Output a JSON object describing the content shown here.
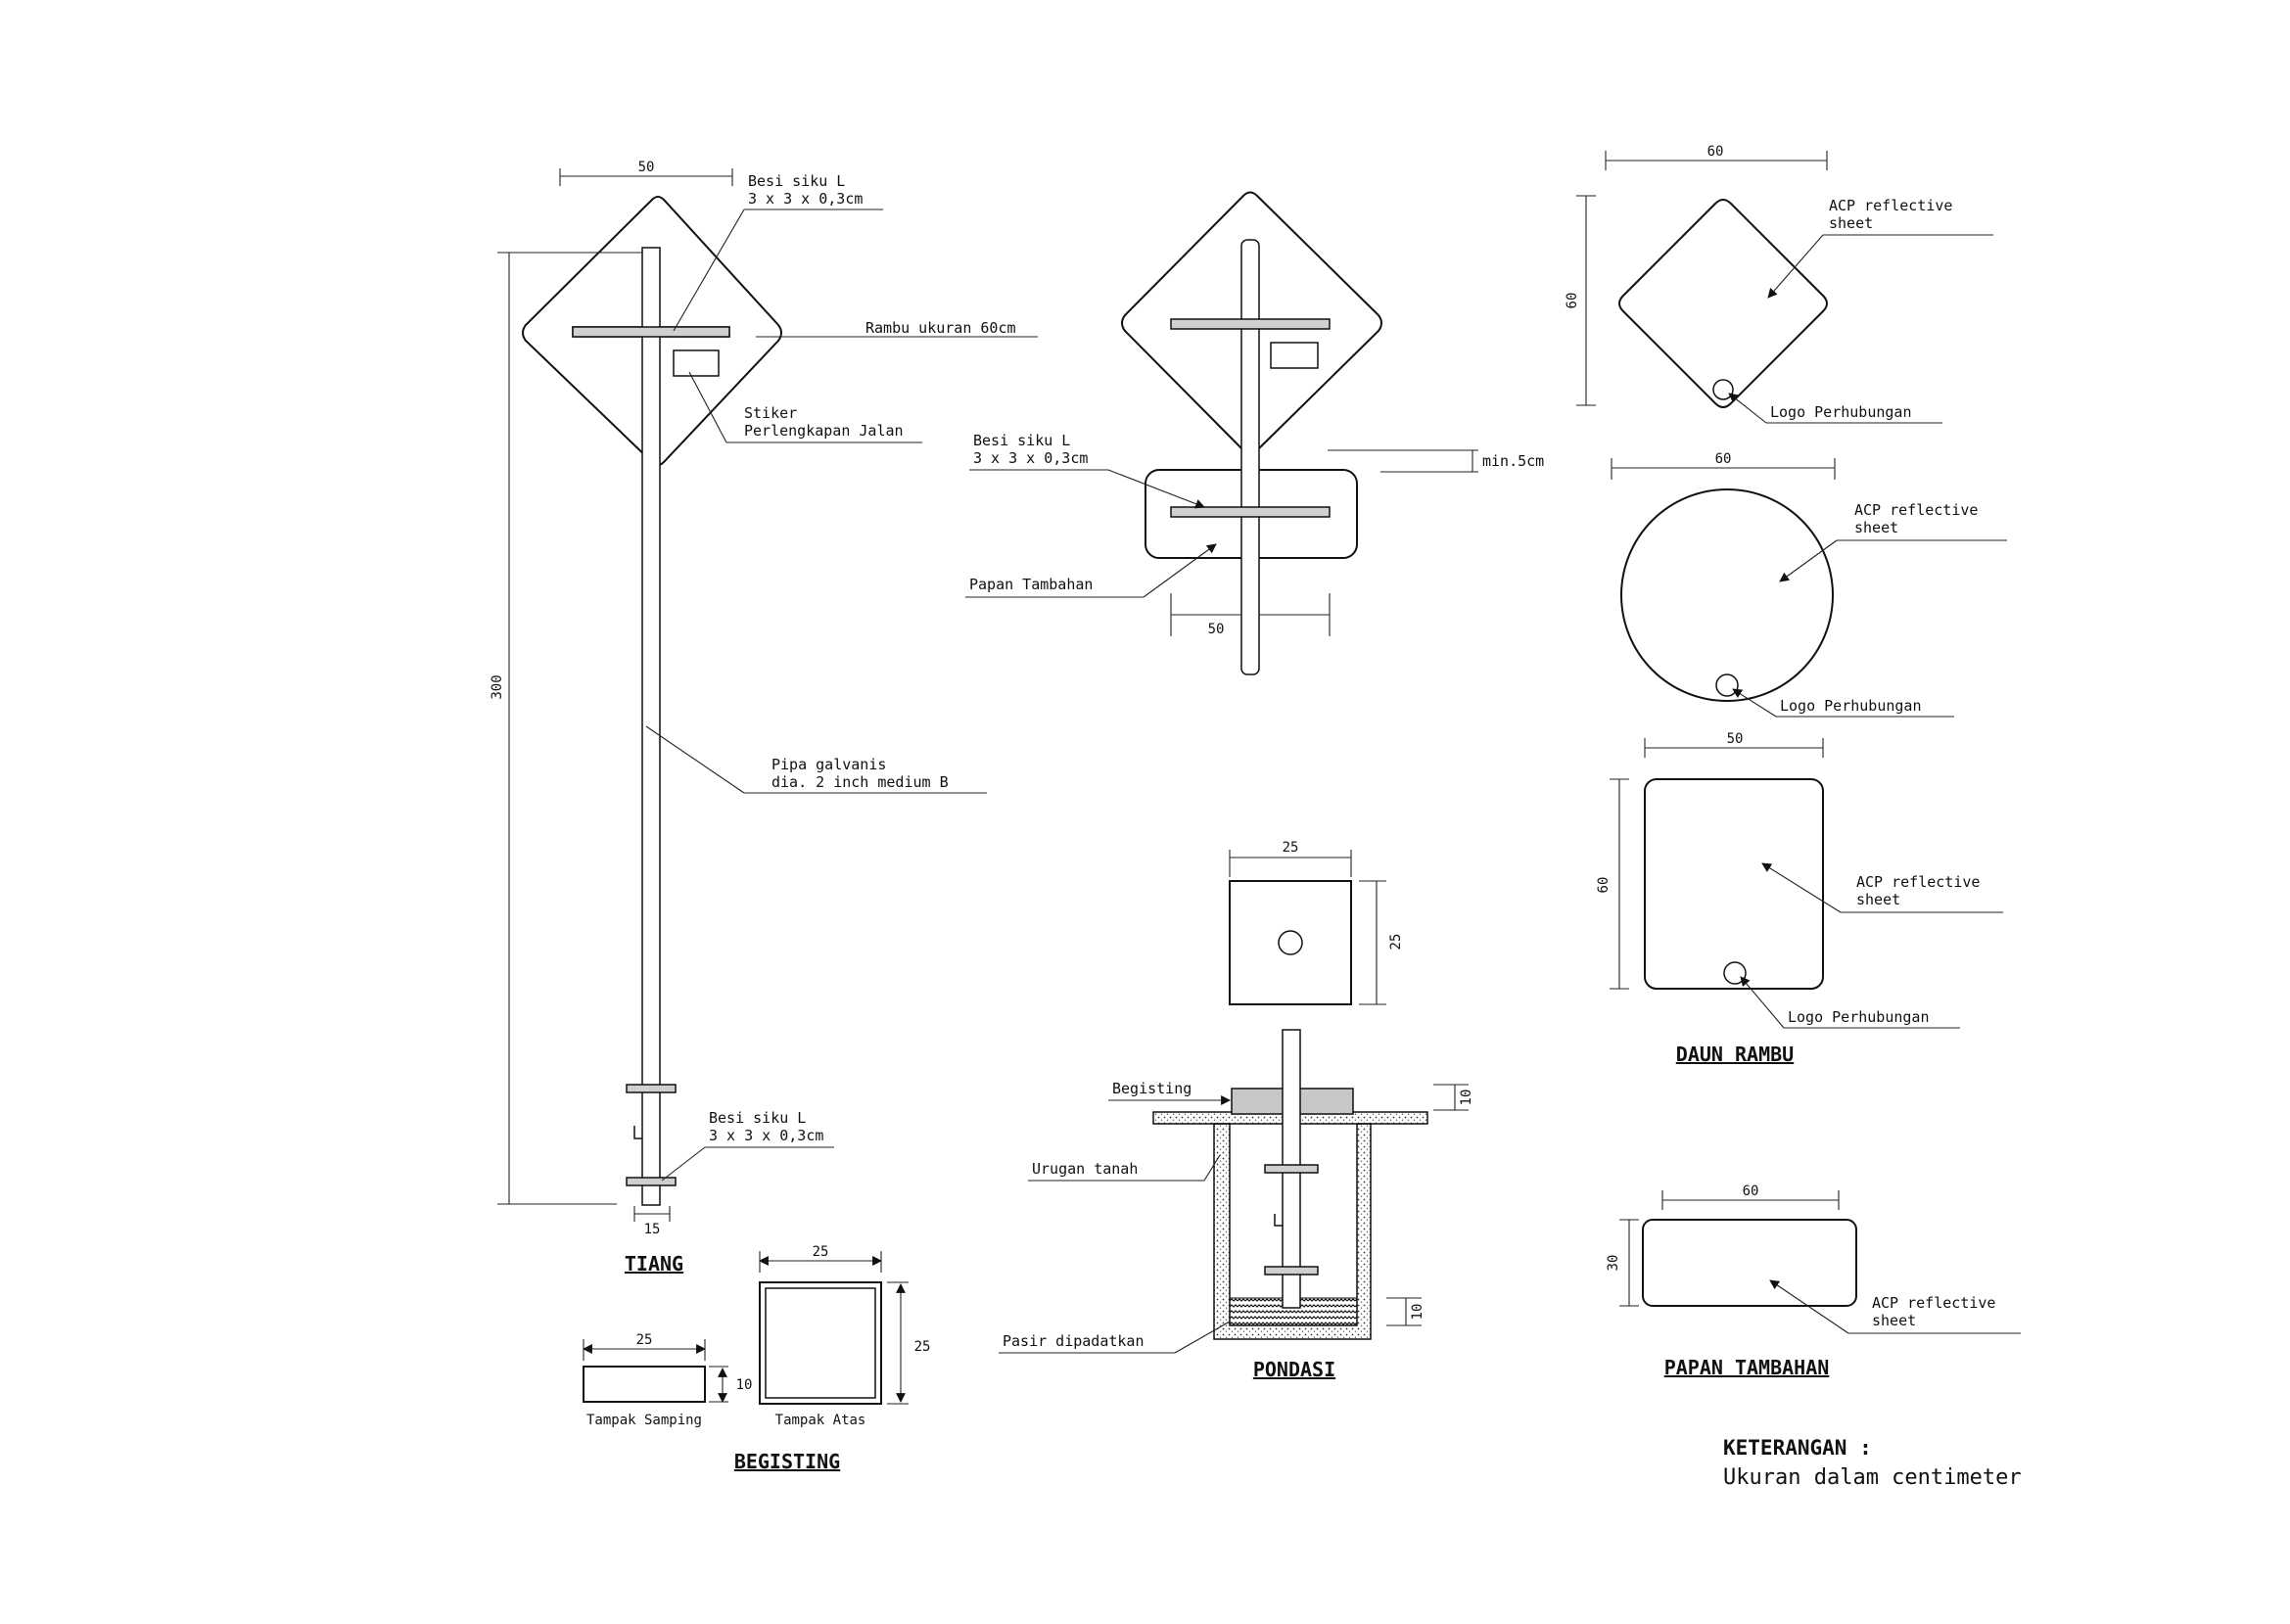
{
  "tiang": {
    "title": "TIANG",
    "dim_width": "50",
    "dim_height": "300",
    "dim_base": "15",
    "label_besi_top": [
      "Besi siku L",
      "3 x 3 x 0,3cm"
    ],
    "label_rambu": "Rambu ukuran 60cm",
    "label_stiker": [
      "Stiker",
      "Perlengkapan Jalan"
    ],
    "label_pipa": [
      "Pipa galvanis",
      "dia. 2 inch medium B"
    ],
    "label_besi_bottom": [
      "Besi siku L",
      "3 x 3 x 0,3cm"
    ]
  },
  "center_sign": {
    "label_besi": [
      "Besi siku L",
      "3 x 3 x 0,3cm"
    ],
    "label_min": "min.5cm",
    "label_papan": "Papan Tambahan",
    "dim_width": "50"
  },
  "pondasi": {
    "title": "PONDASI",
    "dim_top_w": "25",
    "dim_top_h": "25",
    "label_begisting": "Begisting",
    "label_urugan": "Urugan tanah",
    "label_pasir": "Pasir dipadatkan",
    "dim_top_layer": "10",
    "dim_bottom_layer": "10"
  },
  "begisting": {
    "title": "BEGISTING",
    "samping_w": "25",
    "samping_h": "10",
    "samping_label": "Tampak Samping",
    "atas_w": "25",
    "atas_h": "25",
    "atas_label": "Tampak Atas"
  },
  "daun_rambu": {
    "title": "DAUN RAMBU",
    "diamond": {
      "dim_w": "60",
      "dim_h": "60",
      "acp": [
        "ACP reflective",
        "sheet"
      ],
      "logo": "Logo Perhubungan"
    },
    "circle": {
      "dim_w": "60",
      "acp": [
        "ACP reflective",
        "sheet"
      ],
      "logo": "Logo Perhubungan"
    },
    "rect": {
      "dim_w": "50",
      "dim_h": "60",
      "acp": [
        "ACP reflective",
        "sheet"
      ],
      "logo": "Logo Perhubungan"
    }
  },
  "papan_tambahan": {
    "title": "PAPAN TAMBAHAN",
    "dim_w": "60",
    "dim_h": "30",
    "acp": [
      "ACP reflective",
      "sheet"
    ]
  },
  "keterangan": {
    "heading": "KETERANGAN :",
    "text": "Ukuran dalam centimeter"
  }
}
